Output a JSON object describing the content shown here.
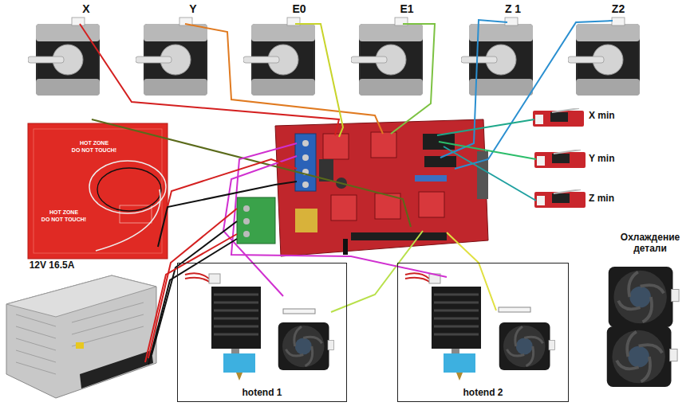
{
  "diagram": {
    "nodes": [
      {
        "text": [
          "hotend 1"
        ]
      },
      {
        "text": [
          "hotend 2"
        ]
      }
    ],
    "labels": [
      "X",
      "Y",
      "E0",
      "E1",
      "Z 1",
      "Z2",
      "X min",
      "Y min",
      "Z min",
      "Охлаждение детали",
      "12V 16.5A",
      "HOT ZONE",
      "DO NOT TOUCH!",
      "HOT ZONE",
      "DO NOT TOUCH!"
    ]
  }
}
